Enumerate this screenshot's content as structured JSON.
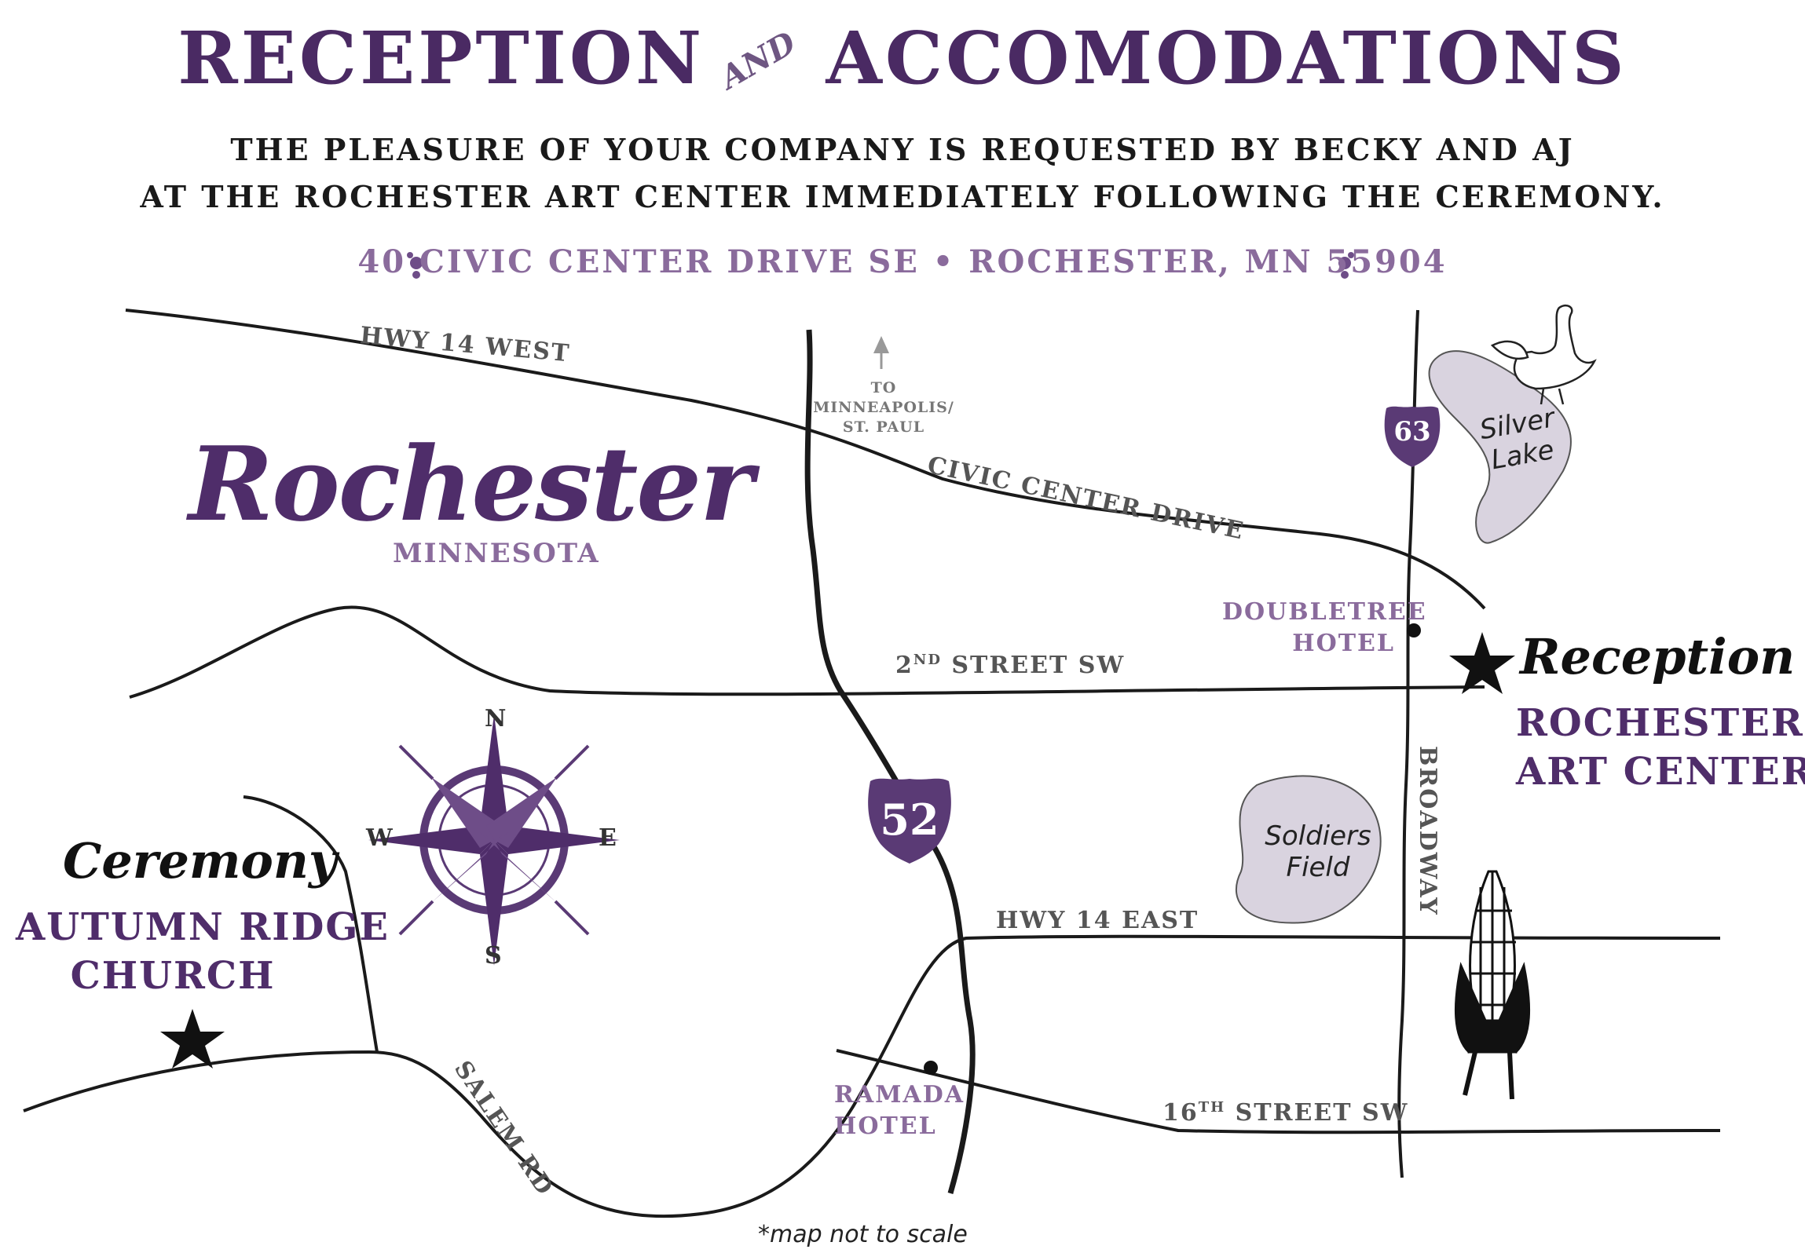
{
  "header": {
    "title_left": "RECEPTION",
    "title_and": "AND",
    "title_right": "ACCOMODATIONS",
    "line1": "THE PLEASURE OF YOUR COMPANY IS REQUESTED BY BECKY AND AJ",
    "line2": "AT THE ROCHESTER ART CENTER IMMEDIATELY FOLLOWING THE CEREMONY.",
    "address": "40 CIVIC CENTER DRIVE SE • ROCHESTER, MN 55904"
  },
  "city": {
    "name": "Rochester",
    "state": "MINNESOTA"
  },
  "roads": {
    "hwy14west": "HWY 14 WEST",
    "civic": "CIVIC CENTER DRIVE",
    "second_num": "2",
    "second_sup": "ND",
    "second_rest": " STREET SW",
    "hwy14east": "HWY 14 EAST",
    "sixteenth_num": "16",
    "sixteenth_sup": "TH",
    "sixteenth_rest": " STREET SW",
    "salem": "SALEM RD",
    "broadway": "BROADWAY"
  },
  "to_minneapolis": {
    "line1": "TO",
    "line2": "MINNEAPOLIS/",
    "line3": "ST. PAUL"
  },
  "shields": {
    "hwy52": "52",
    "hwy63": "63"
  },
  "lakes": {
    "silver_line1": "Silver",
    "silver_line2": "Lake",
    "soldiers_line1": "Soldiers",
    "soldiers_line2": "Field"
  },
  "hotels": {
    "doubletree_line1": "DOUBLETREE",
    "doubletree_line2": "HOTEL",
    "ramada_line1": "RAMADA",
    "ramada_line2": "HOTEL"
  },
  "reception": {
    "script": "Reception",
    "venue_line1": "ROCHESTER",
    "venue_line2": "ART CENTER"
  },
  "ceremony": {
    "script": "Ceremony",
    "venue_line1": "AUTUMN RIDGE",
    "venue_line2": "CHURCH"
  },
  "compass": {
    "n": "N",
    "s": "S",
    "e": "E",
    "w": "W"
  },
  "note": "*map not to scale",
  "colors": {
    "purple_dark": "#4f2d6a",
    "purple_light": "#8a6b9c",
    "lake_fill": "#d9d3df",
    "road": "#1a1a1a"
  }
}
